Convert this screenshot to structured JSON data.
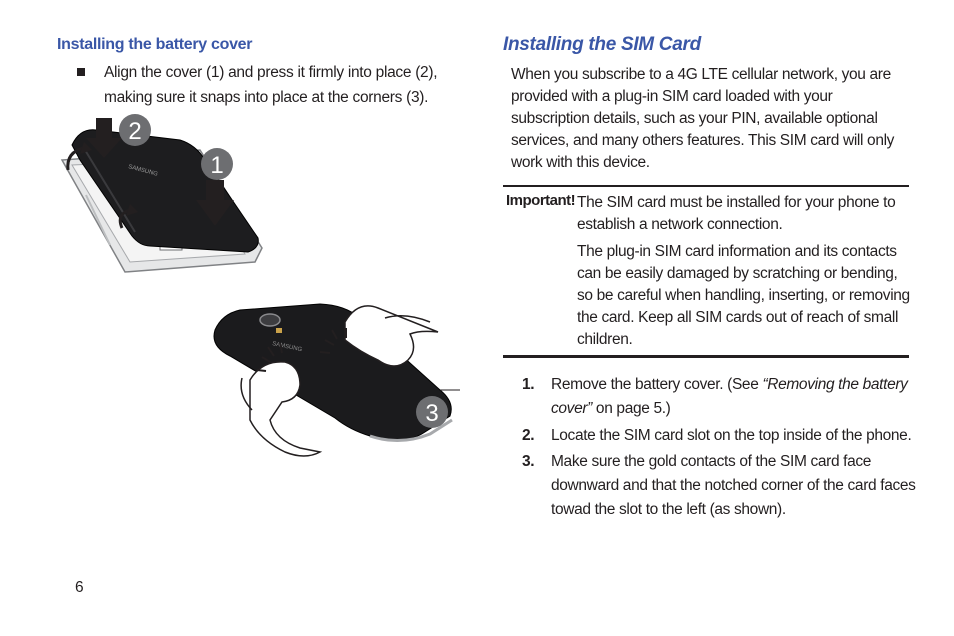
{
  "left": {
    "heading": "Installing the battery cover",
    "bullet": "Align the cover (1) and press it firmly into place (2), making sure it snaps into place at the corners (3).",
    "illustration": {
      "callout_1": "1",
      "callout_2": "2",
      "callout_3": "3",
      "brand": "SAMSUNG"
    }
  },
  "right": {
    "heading": "Installing the SIM Card",
    "intro": "When you subscribe to a 4G LTE cellular network, you are provided with a plug-in SIM card loaded with your subscription details, such as your PIN, available optional services, and many others features. This SIM card will only work with this device.",
    "important_label": "Important!",
    "important_p1": "The SIM card must be installed for your phone to establish a network connection.",
    "important_p2": "The plug-in SIM card information and its contacts can be easily damaged by scratching or bending, so be careful when handling, inserting, or removing the card. Keep all SIM cards out of reach of small children.",
    "steps": [
      {
        "num": "1.",
        "text_before": "Remove the battery cover. (See ",
        "link": "“Removing the battery cover”",
        "text_after": " on page 5.)"
      },
      {
        "num": "2.",
        "text": "Locate the SIM card slot on the top inside of the phone."
      },
      {
        "num": "3.",
        "text": "Make sure the gold contacts of the SIM card face downward and that the notched corner of the card faces towad the slot to the left (as shown)."
      }
    ]
  },
  "footer": {
    "page_number": "6"
  }
}
